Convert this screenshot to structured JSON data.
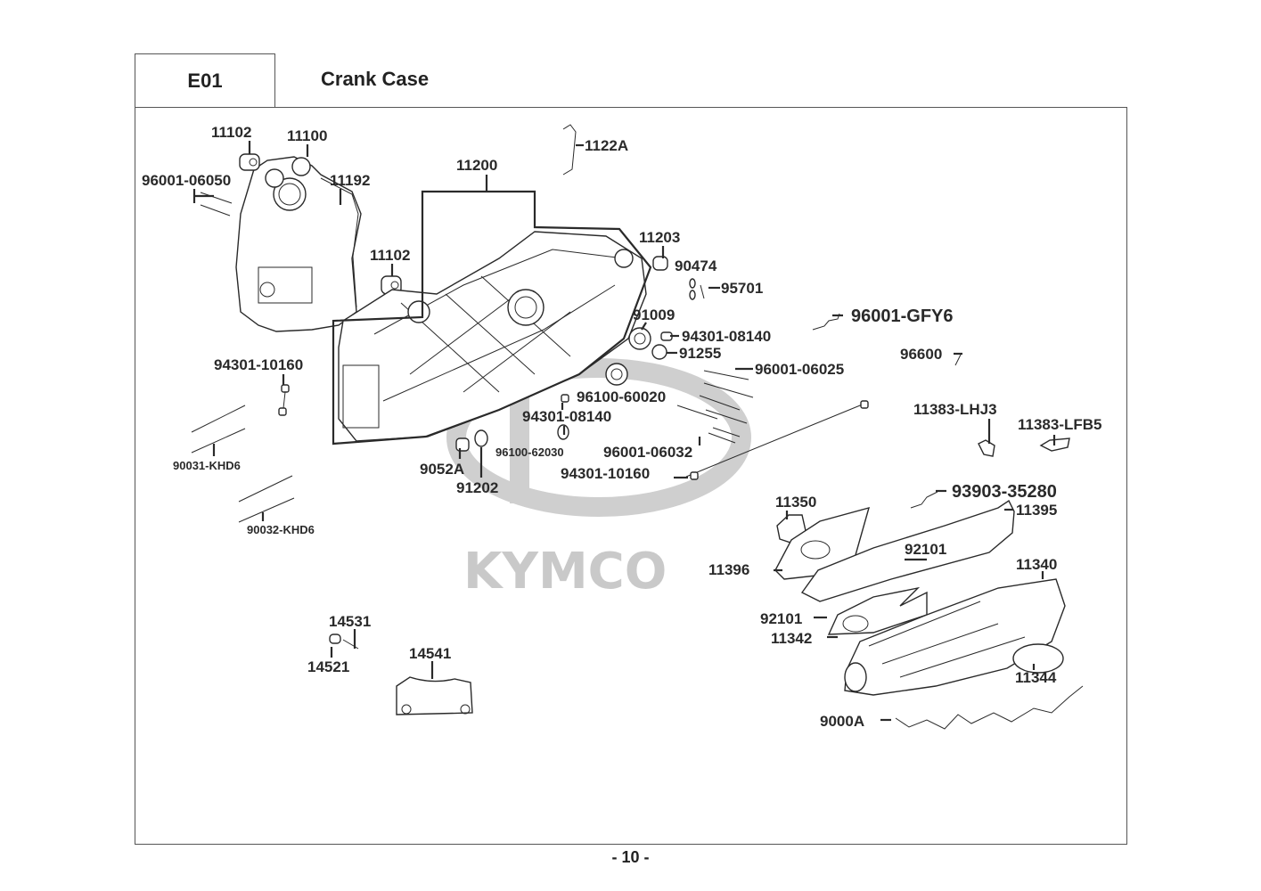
{
  "header": {
    "section_code": "E01",
    "title": "Crank Case"
  },
  "watermark": {
    "brand": "KYMCO"
  },
  "parts": [
    {
      "id": "p11102a",
      "number": "11102"
    },
    {
      "id": "p11100",
      "number": "11100"
    },
    {
      "id": "p96001_06050",
      "number": "96001-06050"
    },
    {
      "id": "p11192",
      "number": "11192"
    },
    {
      "id": "p11200",
      "number": "11200"
    },
    {
      "id": "p1122A",
      "number": "1122A"
    },
    {
      "id": "p11102b",
      "number": "11102"
    },
    {
      "id": "p11203",
      "number": "11203"
    },
    {
      "id": "p90474",
      "number": "90474"
    },
    {
      "id": "p95701",
      "number": "95701"
    },
    {
      "id": "p96001_GFY6",
      "number": "96001-GFY6"
    },
    {
      "id": "p91009",
      "number": "91009"
    },
    {
      "id": "p94301_08140a",
      "number": "94301-08140"
    },
    {
      "id": "p91255",
      "number": "91255"
    },
    {
      "id": "p96600",
      "number": "96600"
    },
    {
      "id": "p96001_06025",
      "number": "96001-06025"
    },
    {
      "id": "p94301_10160a",
      "number": "94301-10160"
    },
    {
      "id": "p96100_60020",
      "number": "96100-60020"
    },
    {
      "id": "p94301_08140b",
      "number": "94301-08140"
    },
    {
      "id": "p11383_LHJ3",
      "number": "11383-LHJ3"
    },
    {
      "id": "p11383_LFB5",
      "number": "11383-LFB5"
    },
    {
      "id": "p96100_62030",
      "number": "96100-62030"
    },
    {
      "id": "p96001_06032",
      "number": "96001-06032"
    },
    {
      "id": "p90031_KHD6",
      "number": "90031-KHD6"
    },
    {
      "id": "p9052A",
      "number": "9052A"
    },
    {
      "id": "p94301_10160b",
      "number": "94301-10160"
    },
    {
      "id": "p91202",
      "number": "91202"
    },
    {
      "id": "p11350",
      "number": "11350"
    },
    {
      "id": "p93903_35280",
      "number": "93903-35280"
    },
    {
      "id": "p11395",
      "number": "11395"
    },
    {
      "id": "p90032_KHD6",
      "number": "90032-KHD6"
    },
    {
      "id": "p92101a",
      "number": "92101"
    },
    {
      "id": "p11396",
      "number": "11396"
    },
    {
      "id": "p11340",
      "number": "11340"
    },
    {
      "id": "p14531",
      "number": "14531"
    },
    {
      "id": "p92101b",
      "number": "92101"
    },
    {
      "id": "p11342",
      "number": "11342"
    },
    {
      "id": "p14541",
      "number": "14541"
    },
    {
      "id": "p14521",
      "number": "14521"
    },
    {
      "id": "p11344",
      "number": "11344"
    },
    {
      "id": "p9000A",
      "number": "9000A"
    }
  ],
  "footer": {
    "page_number": "- 10 -"
  }
}
